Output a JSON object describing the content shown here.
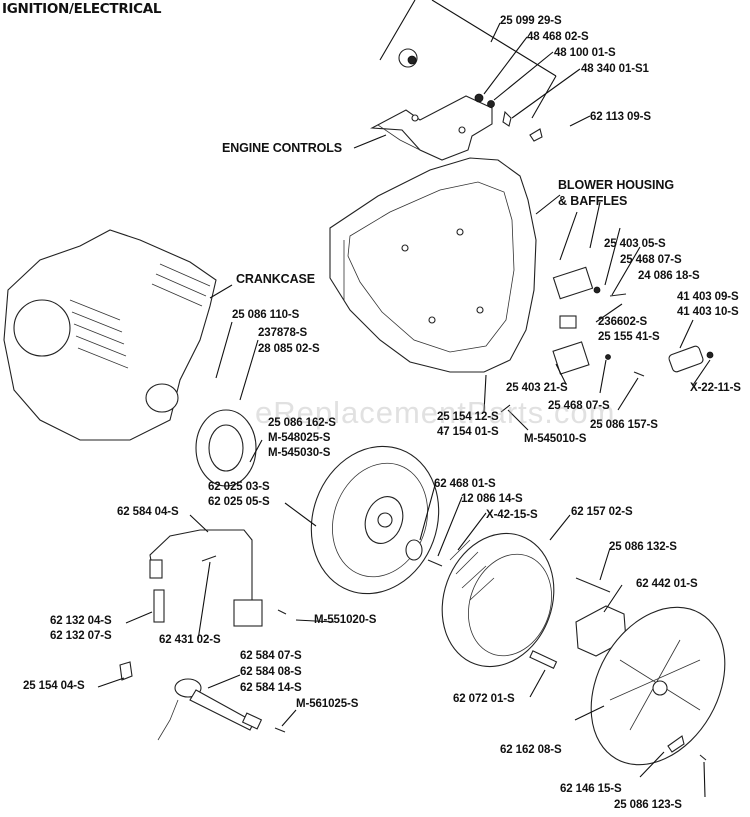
{
  "title": "IGNITION/ELECTRICAL",
  "watermark": "eReplacementParts.com",
  "groups": {
    "engine_controls": "ENGINE CONTROLS",
    "blower_housing_1": "BLOWER HOUSING",
    "blower_housing_2": "& BAFFLES",
    "crankcase": "CRANKCASE"
  },
  "parts": [
    "25 099 29-S",
    "48 468 02-S",
    "48 100 01-S",
    "48 340 01-S1",
    "62 113 09-S",
    "25 403 05-S",
    "25 468 07-S",
    "24 086 18-S",
    "41 403 09-S",
    "41 403 10-S",
    "236602-S",
    "25 155 41-S",
    "25 403 21-S",
    "X-22-11-S",
    "25 468 07-S",
    "25 086 157-S",
    "25 154 12-S",
    "47 154 01-S",
    "M-545010-S",
    "25 086 110-S",
    "237878-S",
    "28 085 02-S",
    "25 086 162-S",
    "M-548025-S",
    "M-545030-S",
    "62 025 03-S",
    "62 025 05-S",
    "62 468 01-S",
    "12 086 14-S",
    "X-42-15-S",
    "62 157 02-S",
    "25 086 132-S",
    "62 442 01-S",
    "62 584 04-S",
    "62 132 04-S",
    "62 132 07-S",
    "62 431 02-S",
    "M-551020-S",
    "62 584 07-S",
    "62 584 08-S",
    "62 584 14-S",
    "M-561025-S",
    "25 154 04-S",
    "62 072 01-S",
    "62 162 08-S",
    "62 146 15-S",
    "25 086 123-S"
  ]
}
